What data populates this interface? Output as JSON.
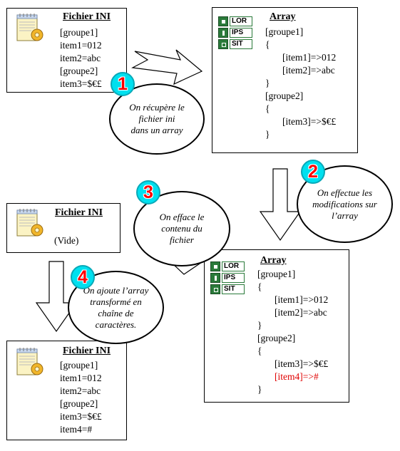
{
  "icons": {
    "ini_file": "notepad-gear-icon",
    "array": "array-grid-icon"
  },
  "colors": {
    "badge_fill": "#00e0ef",
    "badge_text": "#ff0000",
    "highlight_text": "#e00000",
    "array_icon": "#2a7a3a"
  },
  "box_ini_1": {
    "title": "Fichier INI",
    "lines": [
      "[groupe1]",
      "item1=012",
      "item2=abc",
      "[groupe2]",
      "item3=$€£"
    ]
  },
  "box_array_1": {
    "title": "Array",
    "icon_text": [
      "LOR",
      "IPS",
      "SIT"
    ],
    "lines": [
      "[groupe1]",
      "{",
      "[item1]=>012",
      "[item2]=>abc",
      "}",
      "[groupe2]",
      "{",
      "[item3]=>$€£",
      "}"
    ]
  },
  "box_ini_2": {
    "title": "Fichier INI",
    "content": "(Vide)"
  },
  "box_array_2": {
    "title": "Array",
    "icon_text": [
      "LOR",
      "IPS",
      "SIT"
    ],
    "lines": [
      "[groupe1]",
      "{",
      "[item1]=>012",
      "[item2]=>abc",
      "}",
      "[groupe2]",
      "{",
      "[item3]=>$€£",
      "[item4]=>#",
      "}"
    ]
  },
  "box_ini_3": {
    "title": "Fichier INI",
    "lines": [
      "[groupe1]",
      "item1=012",
      "item2=abc",
      "[groupe2]",
      "item3=$€£",
      "item4=#"
    ]
  },
  "steps": [
    {
      "number": "1",
      "lines": [
        "On récupère le",
        "fichier ini",
        "dans un array"
      ]
    },
    {
      "number": "2",
      "lines": [
        "On effectue les",
        "modifications sur",
        "l’array"
      ]
    },
    {
      "number": "3",
      "lines": [
        "On efface le",
        "contenu du",
        "fichier"
      ]
    },
    {
      "number": "4",
      "lines": [
        "On ajoute l’array",
        "transformé en",
        "chaîne de",
        "caractères."
      ]
    }
  ]
}
